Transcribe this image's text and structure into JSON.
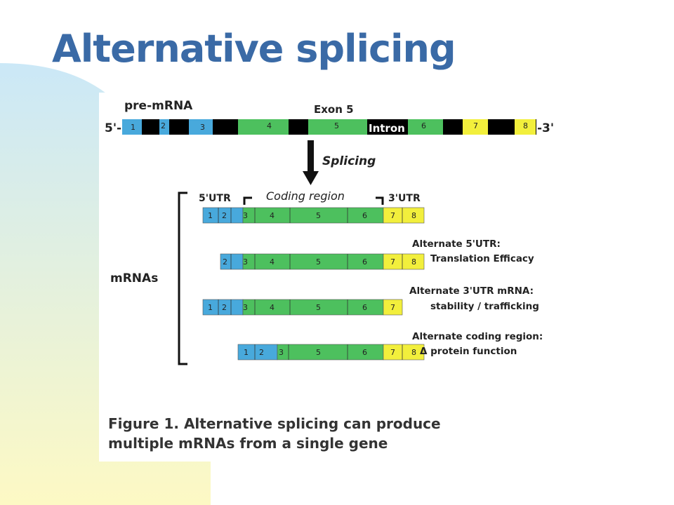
{
  "slide": {
    "title": "Alternative splicing",
    "colors": {
      "title": "#3a6aa6",
      "utr_blue": "#48a9dc",
      "coding_green": "#4dc05e",
      "utr_yellow": "#f2ef3c",
      "intron_black": "#000000",
      "bg_blue": "#cbe8f7",
      "bg_yellow": "#fdf9c4"
    }
  },
  "figure": {
    "premrna_label": "pre-mRNA",
    "exon5_label": "Exon 5",
    "five_prime": "5'-",
    "three_prime": "-3'",
    "intron_label": "Intron",
    "splicing_label": "Splicing",
    "utr5_label": "5'UTR",
    "coding_region_label": "Coding region",
    "utr3_label": "3'UTR",
    "mrnas_label": "mRNAs",
    "premrna_exons": [
      "1",
      "2",
      "3",
      "4",
      "5",
      "6",
      "7",
      "8"
    ],
    "mrna_rows": [
      {
        "exons": [
          "1",
          "2",
          "3",
          "4",
          "5",
          "6",
          "7",
          "8"
        ],
        "annotation_line1": "",
        "annotation_line2": ""
      },
      {
        "exons": [
          "2",
          "3",
          "4",
          "5",
          "6",
          "7",
          "8"
        ],
        "annotation_line1": "Alternate 5'UTR:",
        "annotation_line2": "Translation Efficacy"
      },
      {
        "exons": [
          "1",
          "2",
          "3",
          "4",
          "5",
          "6",
          "7"
        ],
        "annotation_line1": "Alternate 3'UTR mRNA:",
        "annotation_line2": "stability / trafficking"
      },
      {
        "exons": [
          "1",
          "2",
          "3",
          "5",
          "6",
          "7",
          "8"
        ],
        "annotation_line1": "Alternate coding region:",
        "annotation_line2": "Δ protein function"
      }
    ]
  },
  "caption": {
    "prefix": "Figure 1",
    "line1": ". Alternative splicing can produce",
    "line2": "multiple mRNAs from a single gene"
  }
}
